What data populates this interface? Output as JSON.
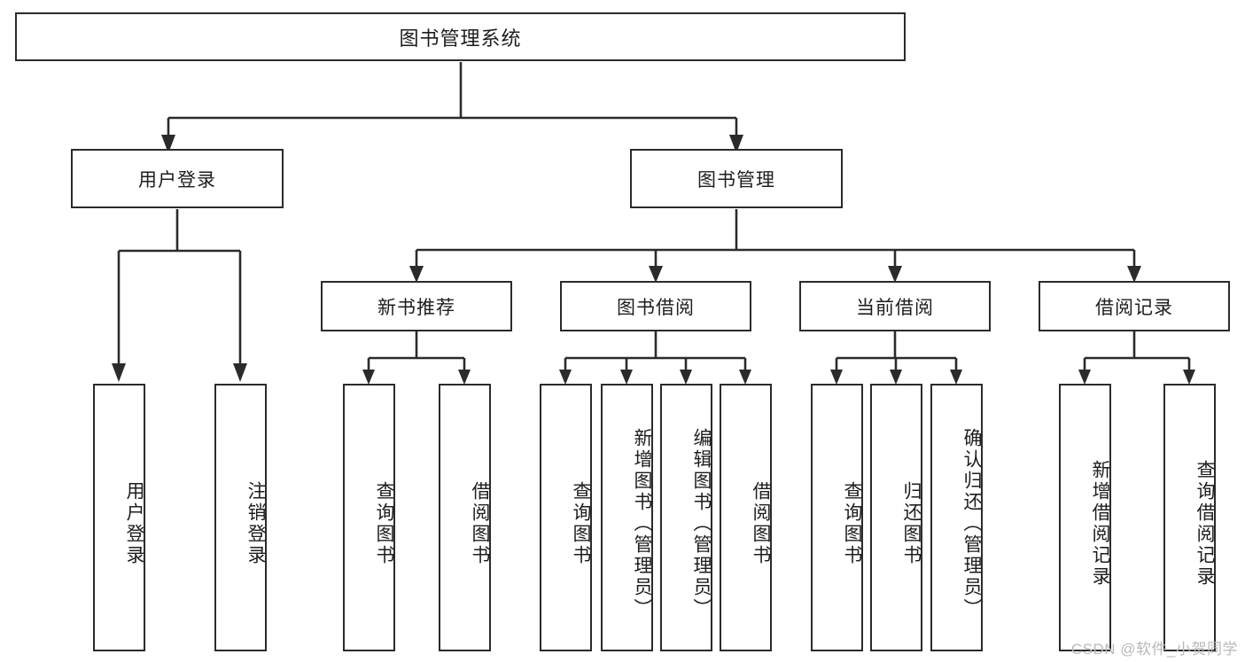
{
  "diagram": {
    "type": "tree-hierarchy-chart",
    "title": "图书管理系统",
    "colors": {
      "stroke": "#2b2b2b",
      "fill": "#ffffff",
      "text": "#1d1d1d",
      "watermark": "#b9b9b9"
    },
    "levels": {
      "root": {
        "label": "图书管理系统"
      },
      "level2": [
        {
          "label": "用户登录"
        },
        {
          "label": "图书管理"
        }
      ],
      "level3": [
        {
          "label": "新书推荐"
        },
        {
          "label": "图书借阅"
        },
        {
          "label": "当前借阅"
        },
        {
          "label": "借阅记录"
        }
      ],
      "leaves": [
        {
          "label": "用户登录",
          "parent": "用户登录"
        },
        {
          "label": "注销登录",
          "parent": "用户登录"
        },
        {
          "label": "查询图书",
          "parent": "新书推荐"
        },
        {
          "label": "借阅图书",
          "parent": "新书推荐"
        },
        {
          "label": "查询图书",
          "parent": "图书借阅"
        },
        {
          "label": "新增图书（管理员）",
          "parent": "图书借阅"
        },
        {
          "label": "编辑图书（管理员）",
          "parent": "图书借阅"
        },
        {
          "label": "借阅图书",
          "parent": "图书借阅"
        },
        {
          "label": "查询图书",
          "parent": "当前借阅"
        },
        {
          "label": "归还图书",
          "parent": "当前借阅"
        },
        {
          "label": "确认归还（管理员）",
          "parent": "当前借阅"
        },
        {
          "label": "新增借阅记录",
          "parent": "借阅记录"
        },
        {
          "label": "查询借阅记录",
          "parent": "借阅记录"
        }
      ]
    }
  },
  "watermark": {
    "text": "CSDN @软件_小贺同学"
  }
}
